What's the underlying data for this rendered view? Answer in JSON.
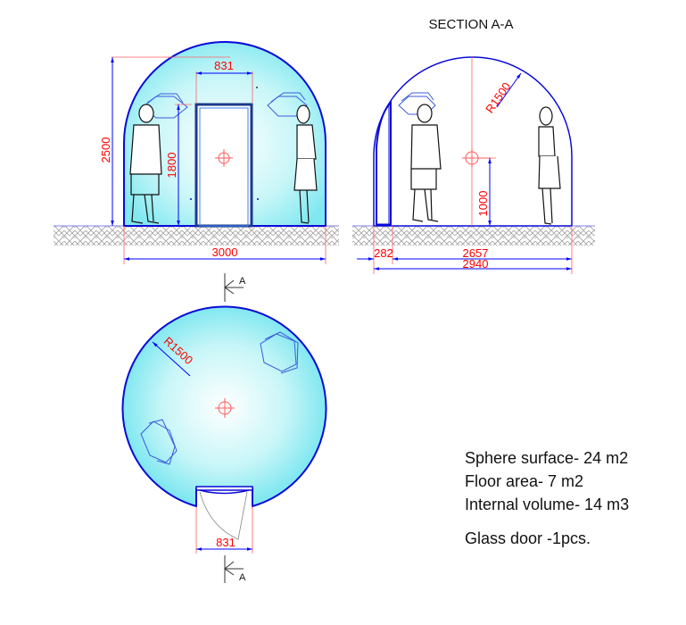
{
  "title": "SECTION A-A",
  "colors": {
    "dome_fill_center": "#ffffff",
    "dome_fill_edge": "#7fe8f0",
    "outline": "#0a0ad8",
    "dimension": "#ff0000",
    "dimension_arrow": "#0000ff",
    "ground_hatch": "#9a9a9a",
    "figure_line": "#111111",
    "window_outline": "#3b5bdb"
  },
  "front_elevation": {
    "dimensions": {
      "width": "3000",
      "height": "2500",
      "door_width": "831",
      "door_height": "1800"
    }
  },
  "section_aa": {
    "dimensions": {
      "radius": "R1500",
      "center_height": "1000",
      "entry_depth": "282",
      "inner_span": "2657",
      "total_span": "2940"
    }
  },
  "plan_view": {
    "dimensions": {
      "radius": "R1500",
      "door_width": "831"
    },
    "section_marker_top": "A",
    "section_marker_bottom": "A"
  },
  "specs": {
    "sphere_surface": "Sphere surface- 24 m2",
    "floor_area": "Floor area- 7 m2",
    "internal_volume": "Internal volume- 14 m3",
    "glass_door": "Glass door -1pcs."
  }
}
